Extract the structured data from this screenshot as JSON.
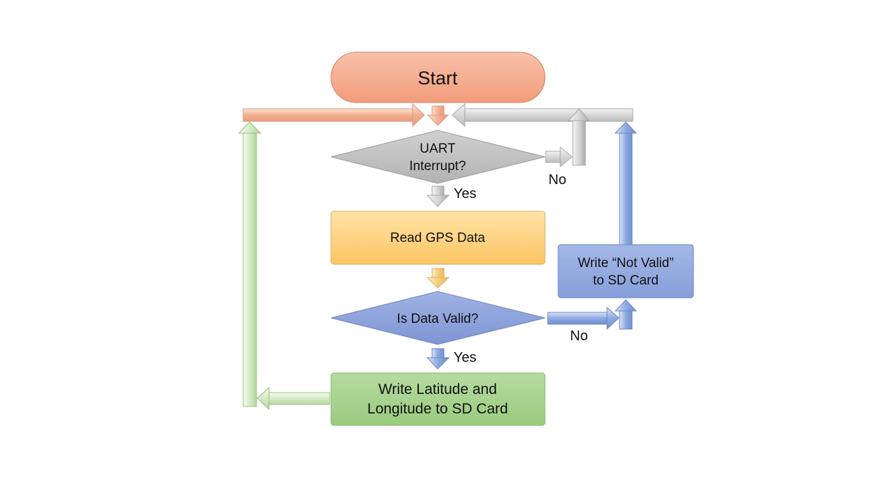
{
  "nodes": {
    "start": "Start",
    "uart_line1": "UART",
    "uart_line2": "Interrupt?",
    "read_gps": "Read GPS Data",
    "valid": "Is Data Valid?",
    "not_valid_line1": "Write “Not Valid”",
    "not_valid_line2": "to SD Card",
    "write_line1": "Write Latitude and",
    "write_line2": "Longitude to SD Card"
  },
  "edge_labels": {
    "uart_yes": "Yes",
    "uart_no": "No",
    "valid_yes": "Yes",
    "valid_no": "No"
  },
  "colors": {
    "start_fill": "#f4a98c",
    "start_stroke": "#d98a6c",
    "uart_fill": "#c3c3c3",
    "read_fill": "#fdd07c",
    "valid_fill": "#8fa3dc",
    "not_valid_fill": "#8fa9de",
    "write_fill": "#a6d18a",
    "arrow_orange": "#f3b79a",
    "arrow_gray": "#d2d2d2",
    "arrow_yellow": "#f8cf7e",
    "arrow_blue": "#8aa4dc",
    "arrow_green": "#cfe6be"
  }
}
